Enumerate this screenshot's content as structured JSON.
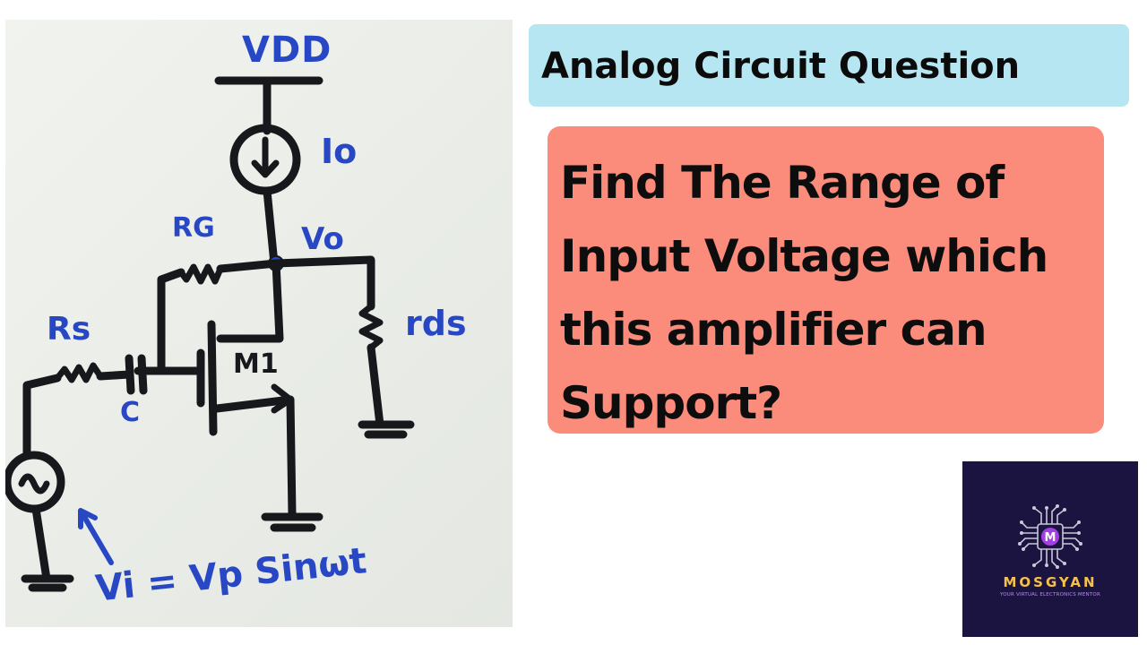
{
  "circuit": {
    "labels": {
      "vdd": "VDD",
      "io": "Io",
      "rg": "RG",
      "vo": "Vo",
      "rds": "rds",
      "rs": "Rs",
      "m1": "M1",
      "c": "C",
      "vi": "Vi = Vp Sinωt"
    },
    "ink_color": "#2747c4",
    "wire_color": "#16181b"
  },
  "banner": {
    "title": "Analog Circuit Question",
    "color": "#b5e6f1"
  },
  "question": {
    "lines": [
      "Find The Range of",
      "Input Voltage which",
      "this amplifier can",
      "Support?"
    ],
    "color": "#fb8b7b"
  },
  "logo": {
    "letter": "M",
    "name": "MOSGYAN",
    "tagline": "YOUR VIRTUAL ELECTRONICS MENTOR"
  }
}
